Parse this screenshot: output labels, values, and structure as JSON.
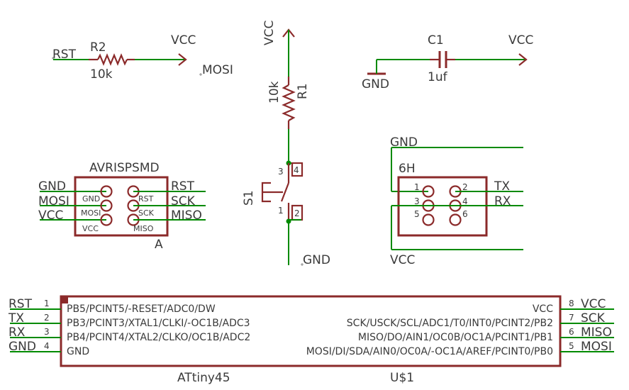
{
  "top_left": {
    "rst": "RST",
    "r2_name": "R2",
    "r2_value": "10k",
    "vcc": "VCC",
    "mosi": "MOSI"
  },
  "reset_circuit": {
    "vcc": "VCC",
    "r1_name": "R1",
    "r1_value": "10k",
    "s1_name": "S1",
    "pin3": "3",
    "pin4": "4",
    "pin1": "1",
    "pin2": "2",
    "gnd": "GND"
  },
  "cap": {
    "c1_name": "C1",
    "c1_value": "1uf",
    "gnd": "GND",
    "vcc": "VCC"
  },
  "avrisp": {
    "title": "AVRISPSMD",
    "variant": "A",
    "left_nets": [
      "GND",
      "MOSI",
      "VCC"
    ],
    "right_nets": [
      "RST",
      "SCK",
      "MISO"
    ],
    "left_pads": [
      "GND",
      "MOSI",
      "VCC"
    ],
    "right_pads": [
      "RST",
      "SCK",
      "MISO"
    ]
  },
  "header6": {
    "title": "6H",
    "gnd": "GND",
    "vcc": "VCC",
    "tx": "TX",
    "rx": "RX",
    "pins": [
      "1",
      "2",
      "3",
      "4",
      "5",
      "6"
    ]
  },
  "attiny": {
    "part": "ATtiny45",
    "ref": "U$1",
    "left_pins": [
      {
        "num": "1",
        "name": "PB5/PCINT5/-RESET/ADC0/DW",
        "net": "RST"
      },
      {
        "num": "2",
        "name": "PB3/PCINT3/XTAL1/CLKI/-OC1B/ADC3",
        "net": "TX"
      },
      {
        "num": "3",
        "name": "PB4/PCINT4/XTAL2/CLKO/OC1B/ADC2",
        "net": "RX"
      },
      {
        "num": "4",
        "name": "GND",
        "net": "GND"
      }
    ],
    "right_pins": [
      {
        "num": "8",
        "name": "VCC",
        "net": "VCC"
      },
      {
        "num": "7",
        "name": "SCK/USCK/SCL/ADC1/T0/INT0/PCINT2/PB2",
        "net": "SCK"
      },
      {
        "num": "6",
        "name": "MISO/DO/AIN1/OC0B/OC1A/PCINT1/PB1",
        "net": "MISO"
      },
      {
        "num": "5",
        "name": "MOSI/DI/SDA/AIN0/OC0A/-OC1A/AREF/PCINT0/PB0",
        "net": "MOSI"
      }
    ]
  },
  "colors": {
    "net": "#008a00",
    "symbol": "#8b2a2a",
    "text": "#3a3a3a",
    "background": "#ffffff"
  }
}
